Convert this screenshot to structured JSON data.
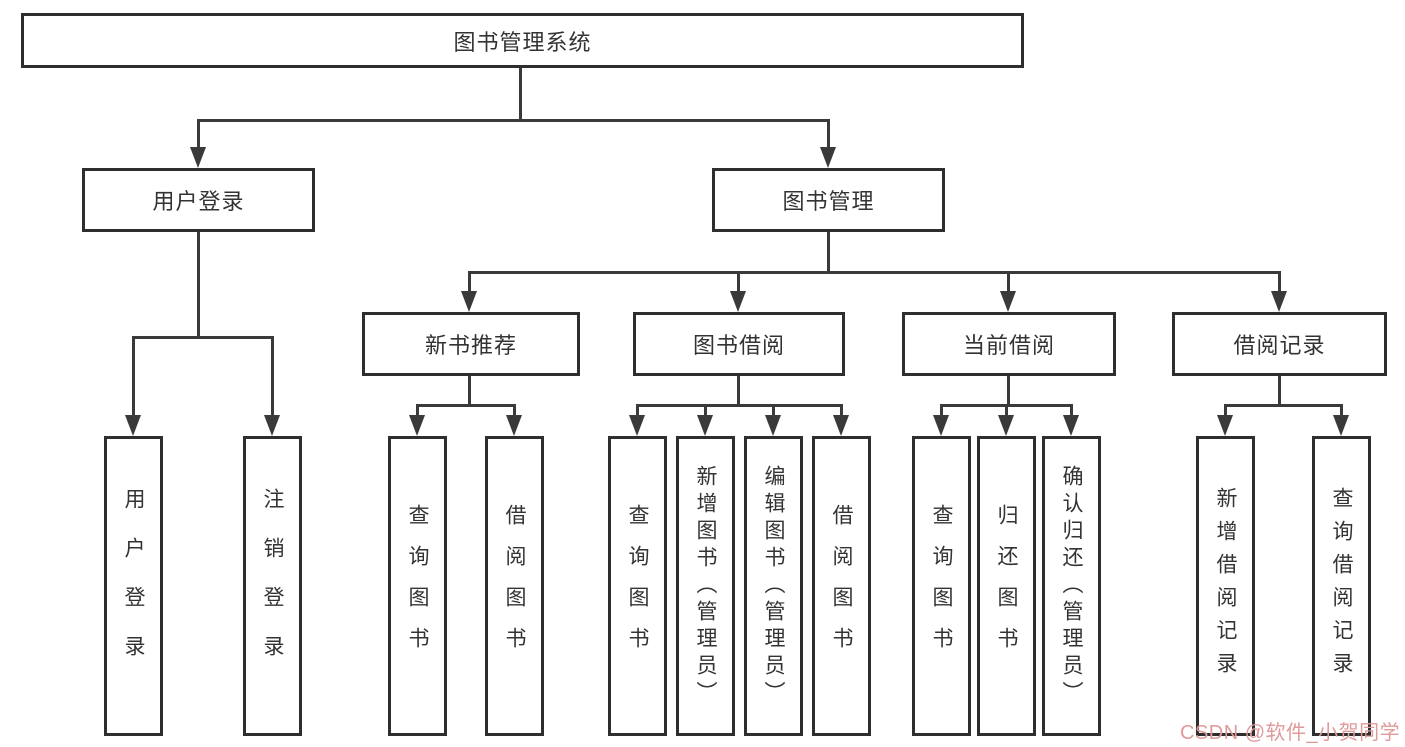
{
  "diagram": {
    "root": {
      "label": "图书管理系统"
    },
    "level1": [
      {
        "label": "用户登录"
      },
      {
        "label": "图书管理"
      }
    ],
    "level2": [
      {
        "label": "新书推荐"
      },
      {
        "label": "图书借阅"
      },
      {
        "label": "当前借阅"
      },
      {
        "label": "借阅记录"
      }
    ],
    "leaves": [
      {
        "label": "用户登录"
      },
      {
        "label": "注销登录"
      },
      {
        "label": "查询图书"
      },
      {
        "label": "借阅图书"
      },
      {
        "label": "查询图书"
      },
      {
        "label": "新增图书（管理员）"
      },
      {
        "label": "编辑图书（管理员）"
      },
      {
        "label": "借阅图书"
      },
      {
        "label": "查询图书"
      },
      {
        "label": "归还图书"
      },
      {
        "label": "确认归还（管理员）"
      },
      {
        "label": "新增借阅记录"
      },
      {
        "label": "查询借阅记录"
      }
    ]
  },
  "watermark": {
    "text": "CSDN @软件_小贺同学",
    "color": "#e09a9a"
  },
  "colors": {
    "background": "#ffffff",
    "box_border": "#2e2e2e",
    "line": "#3a3a3a",
    "text": "#333333"
  }
}
